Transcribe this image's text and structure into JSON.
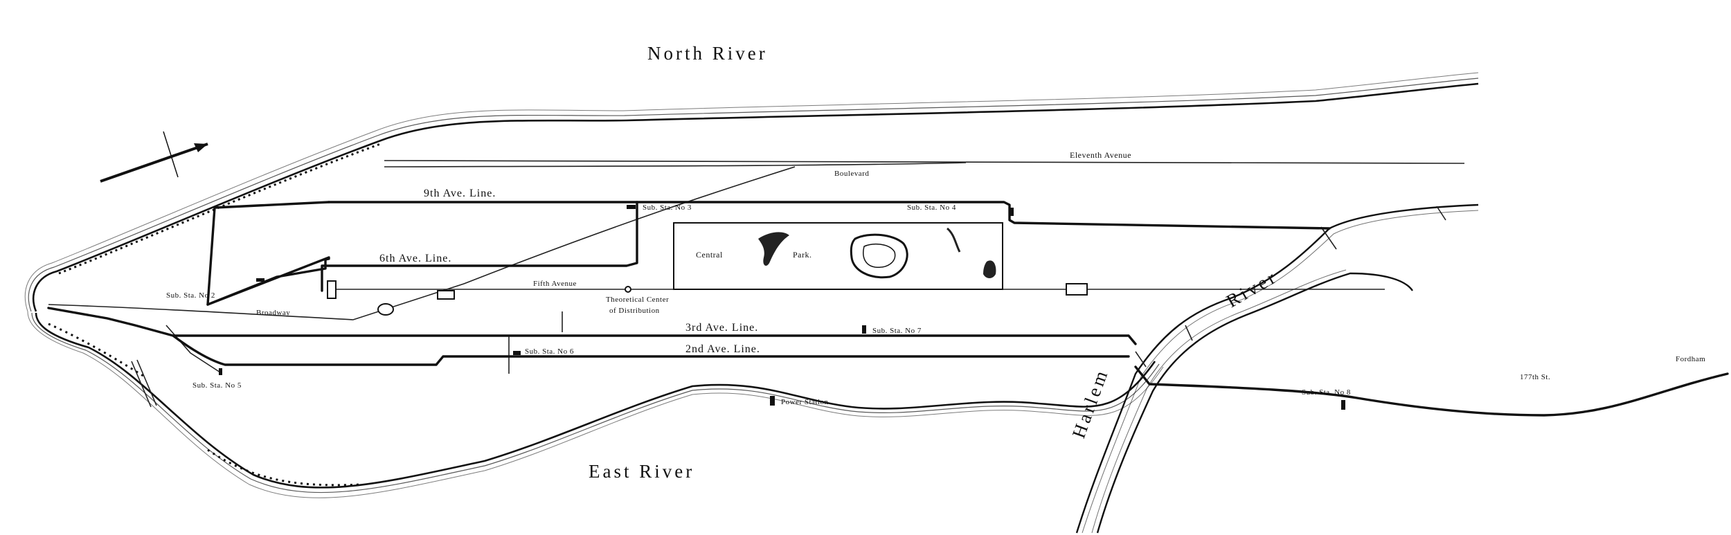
{
  "water": {
    "north_river": "North River",
    "east_river": "East River",
    "harlem": "Harlem",
    "river": "River"
  },
  "streets": {
    "eleventh_avenue": "Eleventh Avenue",
    "boulevard": "Boulevard",
    "broadway": "Broadway",
    "fifth_avenue": "Fifth Avenue",
    "st_177": "177th St."
  },
  "lines": {
    "ninth": "9th Ave. Line.",
    "sixth": "6th Ave. Line.",
    "third": "3rd Ave. Line.",
    "second": "2nd Ave. Line."
  },
  "places": {
    "central": "Central",
    "park": "Park.",
    "center_line1": "Theoretical Center",
    "center_line2": "of Distribution",
    "fordham": "Fordham"
  },
  "stations": {
    "sub2": "Sub. Sta. No 2",
    "sub3": "Sub. Sta. No 3",
    "sub4": "Sub. Sta. No 4",
    "sub5": "Sub. Sta. No 5",
    "sub6": "Sub. Sta. No 6",
    "sub7": "Sub. Sta. No 7",
    "sub8": "Sub. Sta. No 8",
    "power": "Power Station"
  },
  "icons": [
    "compass-arrow-icon"
  ],
  "colors": {
    "ink": "#111111",
    "paper": "#ffffff"
  }
}
